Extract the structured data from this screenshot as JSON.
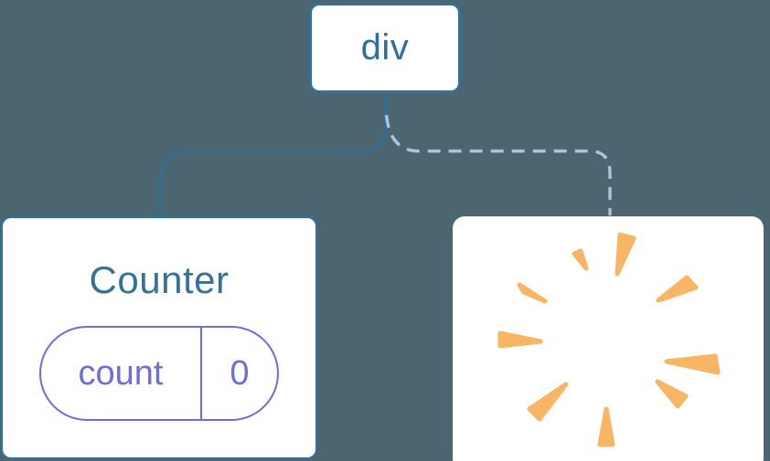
{
  "diagram": {
    "description": "component tree with root div, Counter component keeping state, and removed sibling (poof)",
    "root_node": {
      "label": "div"
    },
    "counter_card": {
      "title": "Counter",
      "state_pill": {
        "key": "count",
        "value": "0"
      }
    },
    "removed_card": {
      "icon": "poof-icon"
    },
    "edges": [
      {
        "from": "div",
        "to": "Counter",
        "style": "solid"
      },
      {
        "from": "div",
        "to": "removed",
        "style": "dashed"
      }
    ],
    "colors": {
      "background": "#4B6670",
      "edge_solid": "#2E6F9D",
      "edge_dashed": "#A8C6DE",
      "node_border": "#2F72A1",
      "node_text": "#2E6F9D",
      "counter_title": "#35719A",
      "state_pill": "#6B6FDB",
      "poof": "#F8B563",
      "card_background": "#FFFFFF"
    }
  }
}
